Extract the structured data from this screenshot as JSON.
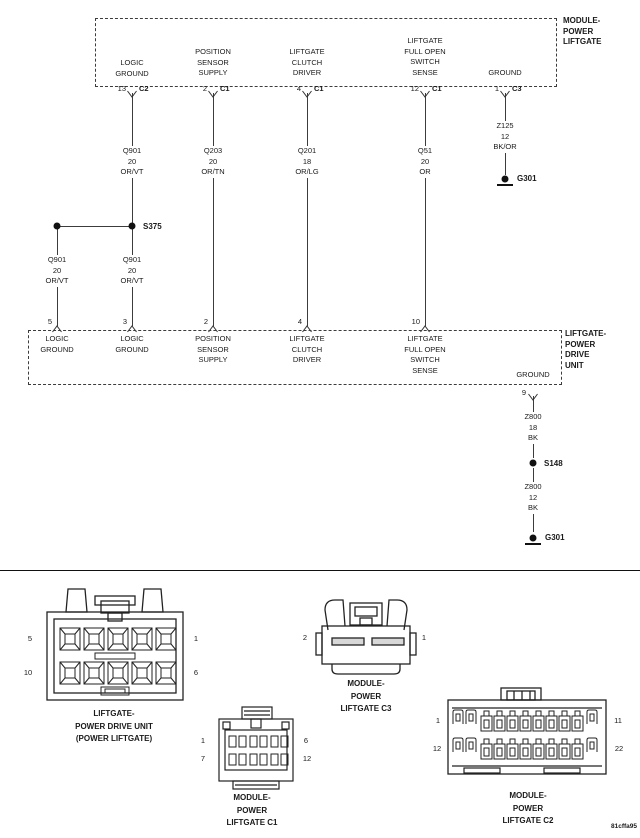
{
  "page_code": "81cffa95",
  "top_module": {
    "label": "MODULE-\nPOWER\nLIFTGATE",
    "pins": [
      {
        "num": "13",
        "conn": "C2",
        "signal": "LOGIC\nGROUND"
      },
      {
        "num": "2",
        "conn": "C1",
        "signal": "POSITION\nSENSOR\nSUPPLY"
      },
      {
        "num": "4",
        "conn": "C1",
        "signal": "LIFTGATE\nCLUTCH\nDRIVER"
      },
      {
        "num": "12",
        "conn": "C1",
        "signal": "LIFTGATE\nFULL OPEN\nSWITCH\nSENSE"
      },
      {
        "num": "1",
        "conn": "C3",
        "signal": "GROUND"
      }
    ]
  },
  "wires": {
    "q901_top": "Q901\n20\nOR/VT",
    "q203": "Q203\n20\nOR/TN",
    "q201": "Q201\n18\nOR/LG",
    "q51": "Q51\n20\nOR",
    "z125": "Z125\n12\nBK/OR",
    "q901_left": "Q901\n20\nOR/VT",
    "q901_right": "Q901\n20\nOR/VT",
    "z800_18": "Z800\n18\nBK",
    "z800_12": "Z800\n12\nBK"
  },
  "splices": {
    "s375": "S375",
    "s148": "S148"
  },
  "grounds": {
    "top": "G301",
    "bottom": "G301"
  },
  "drive_unit": {
    "label": "LIFTGATE-\nPOWER\nDRIVE\nUNIT",
    "pins": [
      {
        "num": "5",
        "signal": "LOGIC\nGROUND"
      },
      {
        "num": "3",
        "signal": "LOGIC\nGROUND"
      },
      {
        "num": "2",
        "signal": "POSITION\nSENSOR\nSUPPLY"
      },
      {
        "num": "4",
        "signal": "LIFTGATE\nCLUTCH\nDRIVER"
      },
      {
        "num": "10",
        "signal": "LIFTGATE\nFULL OPEN\nSWITCH\nSENSE"
      }
    ],
    "ground_pin": {
      "num": "9",
      "signal": "GROUND"
    }
  },
  "connector_views": [
    {
      "caption": "LIFTGATE-\nPOWER DRIVE UNIT\n(POWER LIFTGATE)",
      "pin_top_left": "5",
      "pin_top_right": "1",
      "pin_bottom_left": "10",
      "pin_bottom_right": "6"
    },
    {
      "caption": "MODULE-\nPOWER\nLIFTGATE C3",
      "pin_left": "2",
      "pin_right": "1"
    },
    {
      "caption": "MODULE-\nPOWER\nLIFTGATE C1",
      "pin_top_left": "1",
      "pin_top_right": "6",
      "pin_bottom_left": "7",
      "pin_bottom_right": "12"
    },
    {
      "caption": "MODULE-\nPOWER\nLIFTGATE C2",
      "pin_top_left": "1",
      "pin_top_right": "11",
      "pin_bottom_left": "12",
      "pin_bottom_right": "22"
    }
  ]
}
